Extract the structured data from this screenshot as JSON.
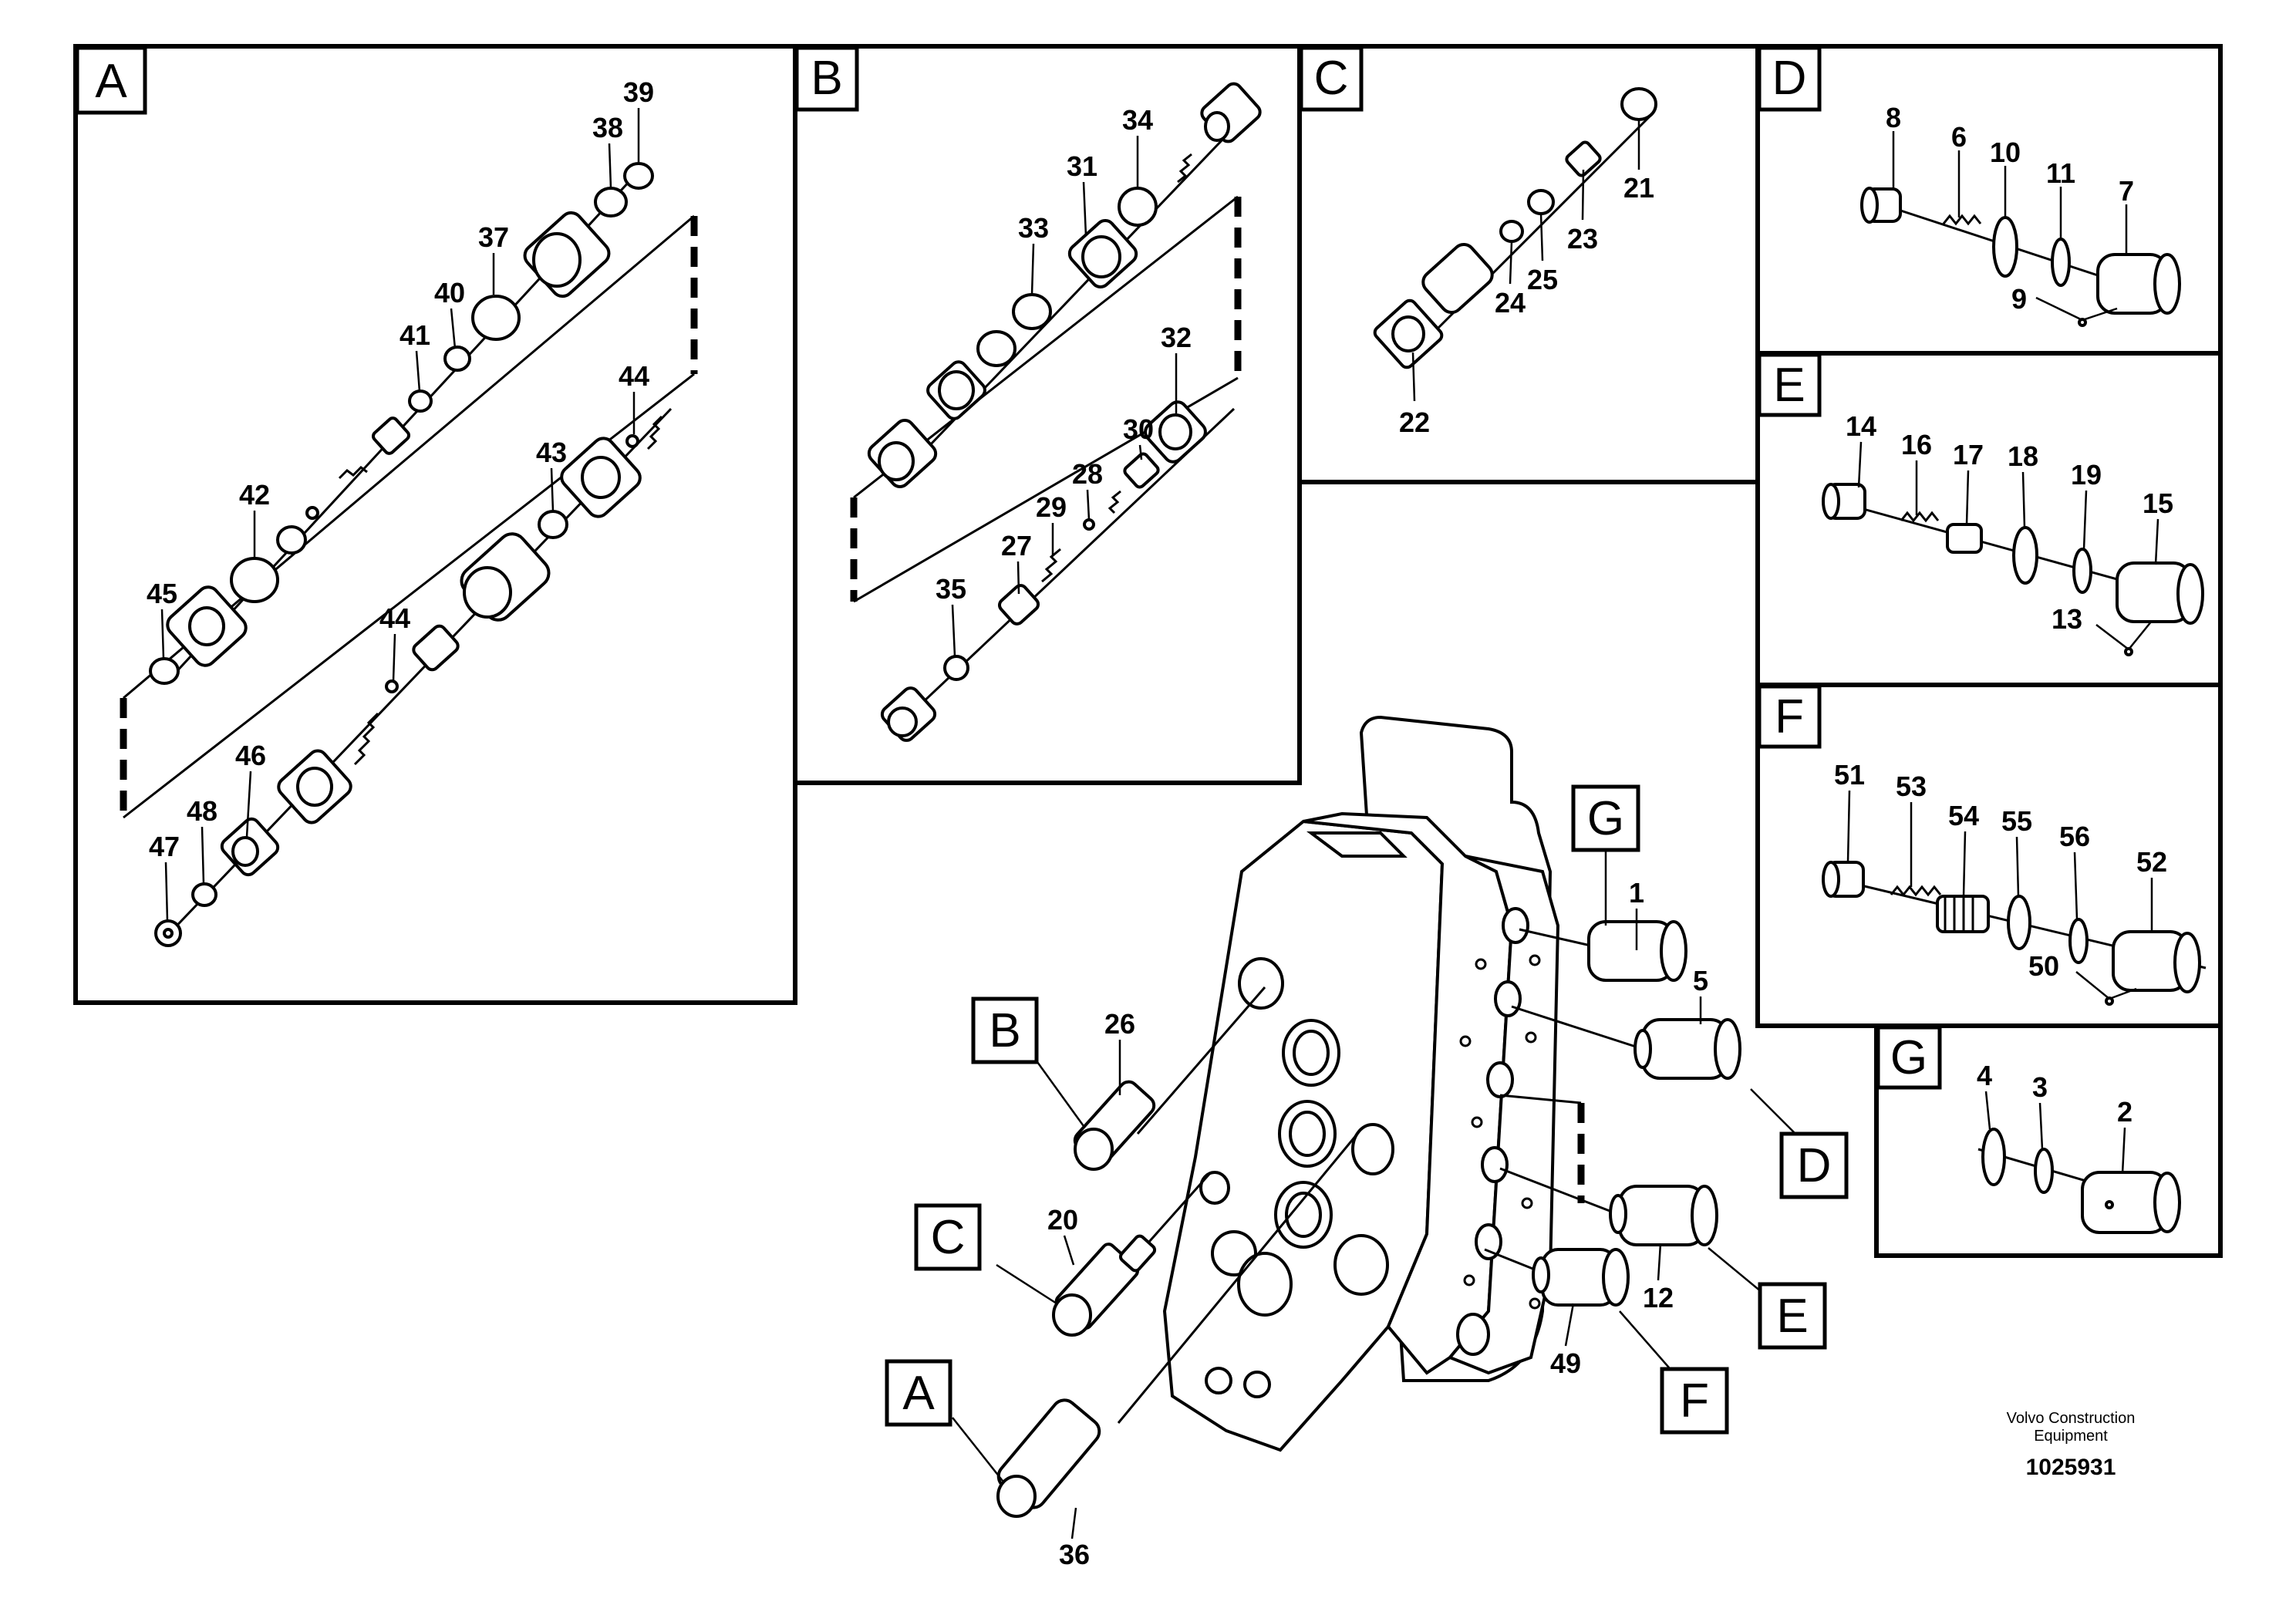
{
  "panels": [
    {
      "id": "A",
      "label": "A"
    },
    {
      "id": "B",
      "label": "B"
    },
    {
      "id": "C",
      "label": "C"
    },
    {
      "id": "D",
      "label": "D"
    },
    {
      "id": "E",
      "label": "E"
    },
    {
      "id": "F",
      "label": "F"
    },
    {
      "id": "G",
      "label": "G"
    }
  ],
  "main_view_callouts": [
    "A",
    "B",
    "C",
    "D",
    "E",
    "F",
    "G"
  ],
  "part_numbers": {
    "panel_a": [
      "39",
      "38",
      "37",
      "40",
      "41",
      "44",
      "42",
      "43",
      "45",
      "44",
      "46",
      "48",
      "47"
    ],
    "panel_b": [
      "34",
      "31",
      "33",
      "32",
      "30",
      "28",
      "29",
      "27",
      "35"
    ],
    "panel_c": [
      "21",
      "23",
      "25",
      "24",
      "22"
    ],
    "panel_d": [
      "8",
      "6",
      "10",
      "11",
      "7",
      "9"
    ],
    "panel_e": [
      "14",
      "16",
      "17",
      "18",
      "19",
      "15",
      "13"
    ],
    "panel_f": [
      "51",
      "53",
      "54",
      "55",
      "56",
      "52",
      "50"
    ],
    "panel_g": [
      "4",
      "3",
      "2"
    ],
    "main_view": [
      "26",
      "20",
      "36",
      "1",
      "5",
      "12",
      "49"
    ]
  },
  "footer": {
    "credit_line1": "Volvo Construction",
    "credit_line2": "Equipment",
    "document_number": "1025931"
  }
}
